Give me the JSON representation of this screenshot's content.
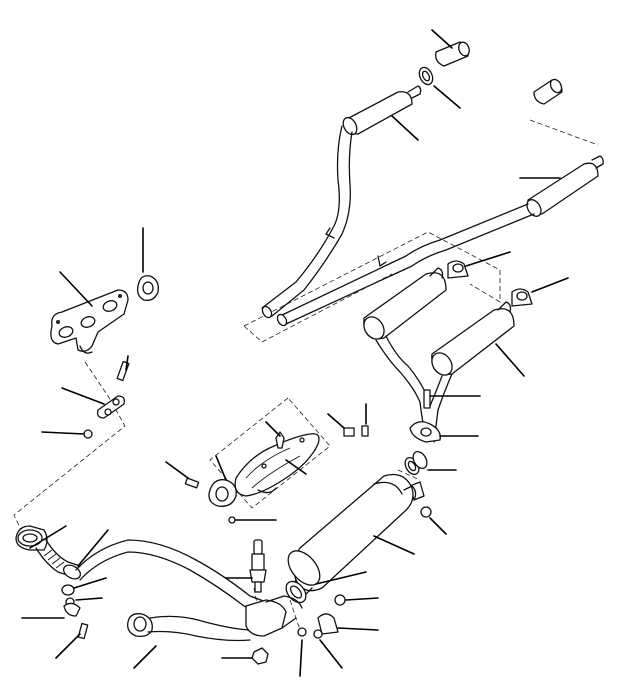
{
  "diagram": {
    "kind": "exploded exhaust system parts diagram",
    "parts": [
      {
        "id": "rear-tailpipe-sleeve-left"
      },
      {
        "id": "rear-clamp-ring-left"
      },
      {
        "id": "rear-silencer-left"
      },
      {
        "id": "rear-tailpipe-sleeve-right"
      },
      {
        "id": "rear-silencer-right"
      },
      {
        "id": "intermediate-pipe-assembly"
      },
      {
        "id": "hanger-bracket-left"
      },
      {
        "id": "hanger-bracket-right"
      },
      {
        "id": "intermediate-silencer-left"
      },
      {
        "id": "intermediate-silencer-right"
      },
      {
        "id": "exhaust-manifold"
      },
      {
        "id": "manifold-gasket"
      },
      {
        "id": "manifold-support-bracket"
      },
      {
        "id": "heat-shield"
      },
      {
        "id": "flange-clamp"
      },
      {
        "id": "catalytic-converter"
      },
      {
        "id": "front-downpipe-assembly"
      },
      {
        "id": "oxygen-sensor"
      },
      {
        "id": "sealing-ring"
      },
      {
        "id": "clamp"
      },
      {
        "id": "nut"
      },
      {
        "id": "bolt"
      },
      {
        "id": "stud"
      },
      {
        "id": "mounting-rubber"
      }
    ]
  }
}
